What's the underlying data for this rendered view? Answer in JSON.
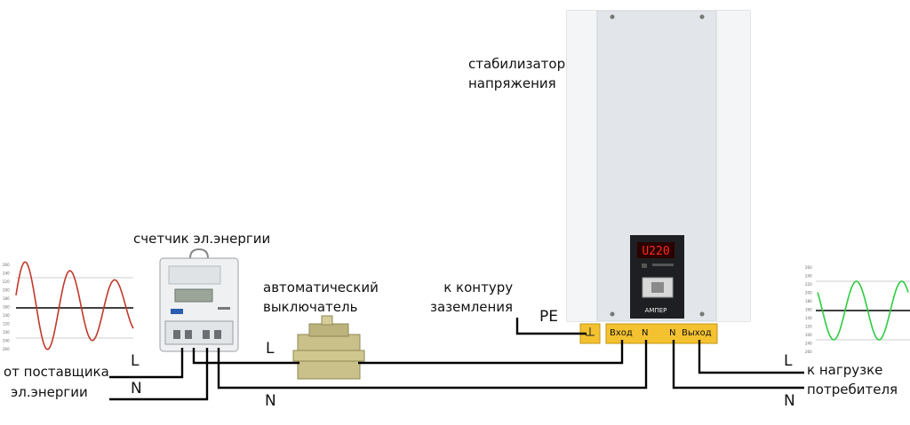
{
  "labels": {
    "stabilizer": [
      "стабилизатор",
      "напряжения"
    ],
    "meter": "счетчик эл.энергии",
    "breaker": [
      "автоматический",
      "выключатель"
    ],
    "ground": [
      "к контуру",
      "заземления"
    ],
    "supplier": [
      "от поставщика",
      "эл.энергии"
    ],
    "load": [
      "к нагрузке",
      "потребителя"
    ],
    "pe": "PE"
  },
  "wires": {
    "supplier_L": "L",
    "supplier_N": "N",
    "meter_L_out": "L",
    "meter_N_out": "N",
    "load_L": "L",
    "load_N": "N"
  },
  "terminals": {
    "input": "Вход",
    "input_n": "N",
    "output_n": "N",
    "output": "Выход"
  },
  "stabilizer_panel": {
    "display": "U220",
    "brand": "АМПЕР"
  },
  "waveforms": {
    "left_ticks": [
      "260",
      "240",
      "220",
      "200",
      "180",
      "160",
      "140",
      "120",
      "100",
      "240",
      "260"
    ],
    "right_ticks": [
      "260",
      "240",
      "220",
      "200",
      "180",
      "160",
      "140",
      "120",
      "100",
      "240",
      "260"
    ],
    "colors": {
      "unstable": "#c0392b",
      "stable": "#2ecc40"
    }
  }
}
